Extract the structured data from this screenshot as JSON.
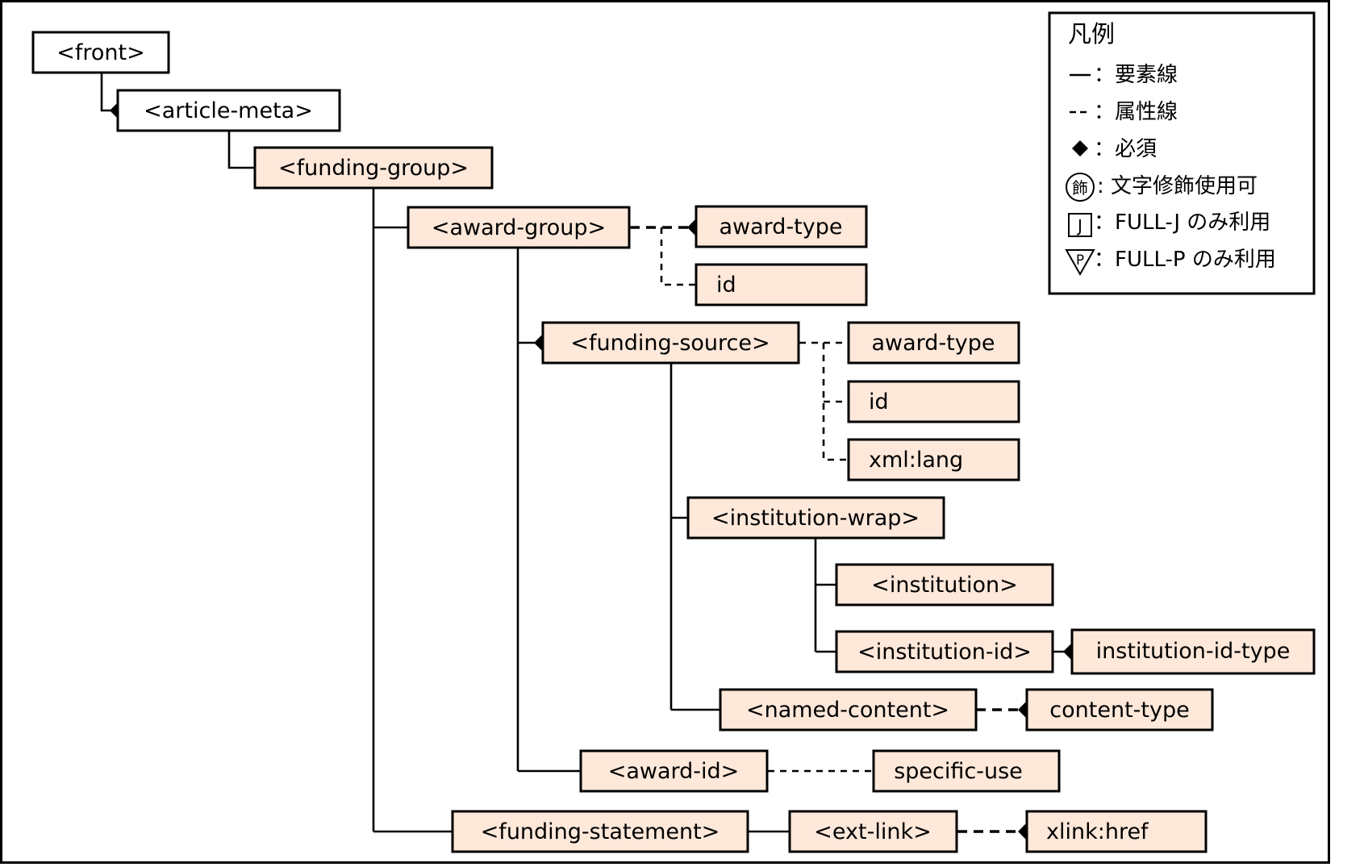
{
  "nodes": {
    "front": "<front>",
    "article_meta": "<article-meta>",
    "funding_group": "<funding-group>",
    "award_group": "<award-group>",
    "award_group_attr_award_type": "award-type",
    "award_group_attr_id": "id",
    "funding_source": "<funding-source>",
    "funding_source_attr_award_type": "award-type",
    "funding_source_attr_id": "id",
    "funding_source_attr_xml_lang": "xml:lang",
    "institution_wrap": "<institution-wrap>",
    "institution": "<institution>",
    "institution_id": "<institution-id>",
    "institution_id_attr_type": "institution-id-type",
    "named_content": "<named-content>",
    "named_content_attr_content_type": "content-type",
    "award_id": "<award-id>",
    "award_id_attr_specific_use": "specific-use",
    "funding_statement": "<funding-statement>",
    "ext_link": "<ext-link>",
    "ext_link_attr_xlink_href": "xlink:href"
  },
  "legend": {
    "title": "凡例",
    "element_line": "：要素線",
    "attribute_line": "：属性線",
    "required": "：必須",
    "decoration_symbol": "飾",
    "decoration": ": 文字修飾使用可",
    "full_j_symbol": "J",
    "full_j": "：FULL-J のみ利用",
    "full_p_symbol": "P",
    "full_p": "：FULL-P のみ利用"
  },
  "colors": {
    "element_fill": "#fde8da",
    "root_fill": "#ffffff",
    "stroke": "#000000"
  }
}
